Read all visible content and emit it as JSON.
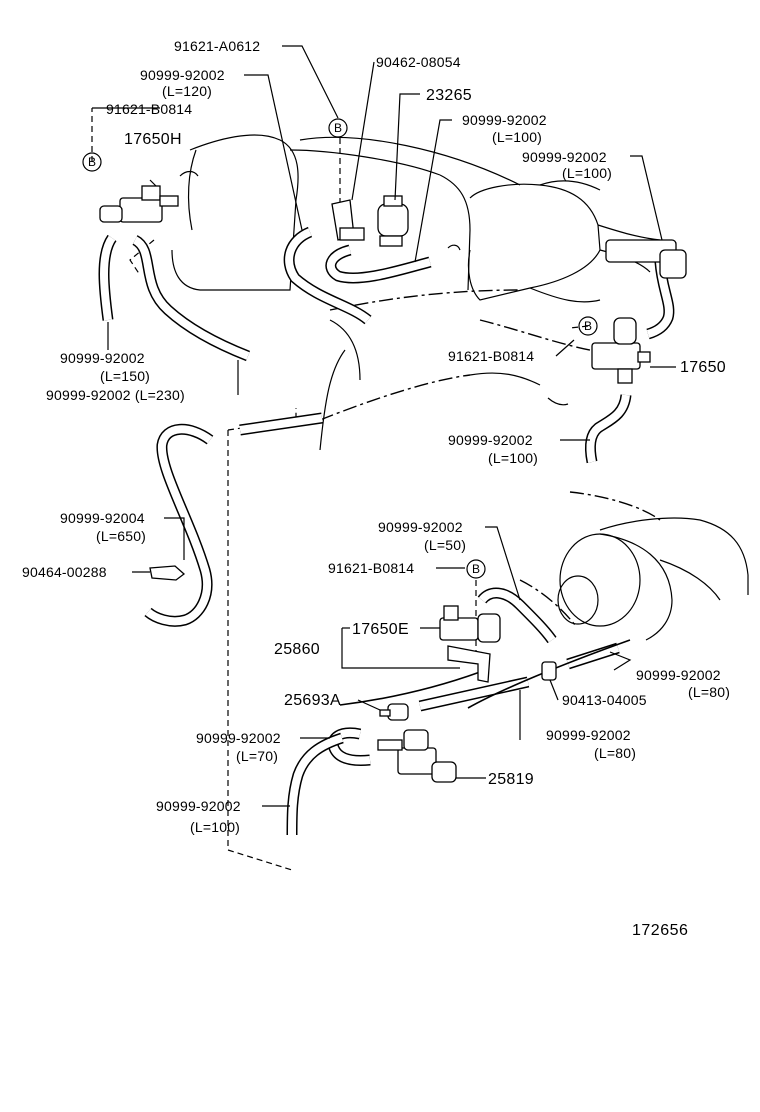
{
  "labels": {
    "p91621_a0612": "91621-A0612",
    "p90462_08054": "90462-08054",
    "p90999_92002_a": "90999-92002",
    "p_l120": "(L=120)",
    "p91621_b0814_a": "91621-B0814",
    "p17650h": "17650H",
    "p23265": "23265",
    "p90999_92002_b": "90999-92002",
    "p_l100_a": "(L=100)",
    "p90999_92002_c": "90999-92002",
    "p_l100_b": "(L=100)",
    "p90999_92002_d": "90999-92002",
    "p_l150": "(L=150)",
    "p90999_92002_e": "90999-92002 (L=230)",
    "p91621_b0814_b": "91621-B0814",
    "p17650": "17650",
    "p90999_92002_f": "90999-92002",
    "p_l100_c": "(L=100)",
    "p90999_92004": "90999-92004",
    "p_l650": "(L=650)",
    "p90464_00288": "90464-00288",
    "p90999_92002_g": "90999-92002",
    "p_l50": "(L=50)",
    "p91621_b0814_c": "91621-B0814",
    "p17650e": "17650E",
    "p25860": "25860",
    "p90999_92002_h": "90999-92002",
    "p_l80_a": "(L=80)",
    "p25693a": "25693A",
    "p90413_04005": "90413-04005",
    "p90999_92002_i": "90999-92002",
    "p_l80_b": "(L=80)",
    "p90999_92002_j": "90999-92002",
    "p_l70": "(L=70)",
    "p25819": "25819",
    "p90999_92002_k": "90999-92002",
    "p_l100_d": "(L=100)",
    "diagram_id": "172656"
  },
  "markers": {
    "b1": "B",
    "b2": "B",
    "b3": "B",
    "b4": "B"
  }
}
